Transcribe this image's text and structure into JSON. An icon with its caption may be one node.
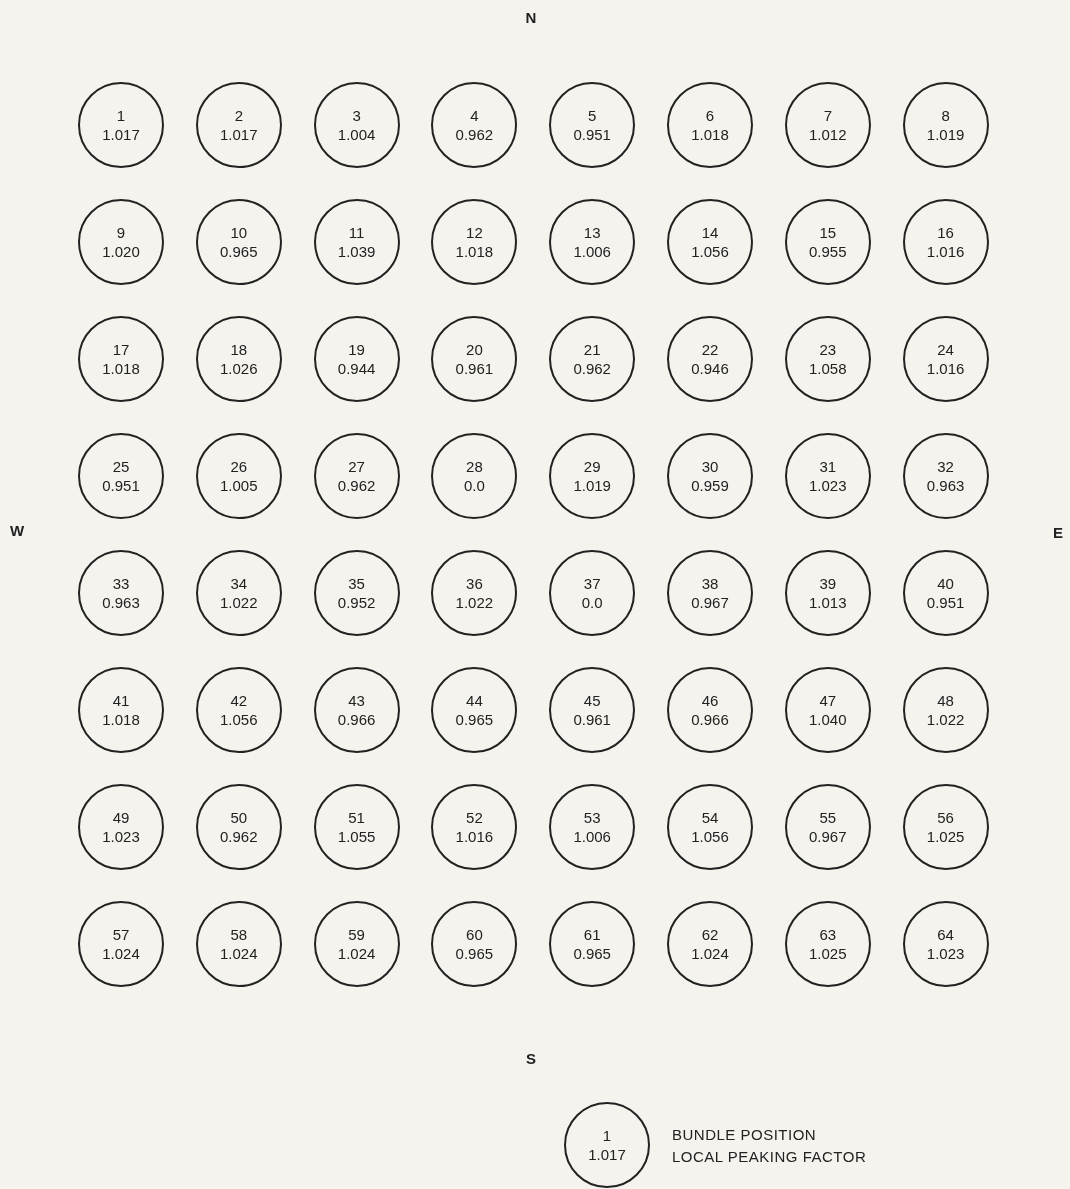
{
  "diagram": {
    "nodes": [
      {
        "text": [
          "1",
          "1.017"
        ]
      },
      {
        "text": [
          "2",
          "1.017"
        ]
      },
      {
        "text": [
          "3",
          "1.004"
        ]
      },
      {
        "text": [
          "4",
          "0.962"
        ]
      },
      {
        "text": [
          "5",
          "0.951"
        ]
      },
      {
        "text": [
          "6",
          "1.018"
        ]
      },
      {
        "text": [
          "7",
          "1.012"
        ]
      },
      {
        "text": [
          "8",
          "1.019"
        ]
      },
      {
        "text": [
          "9",
          "1.020"
        ]
      },
      {
        "text": [
          "10",
          "0.965"
        ]
      },
      {
        "text": [
          "11",
          "1.039"
        ]
      },
      {
        "text": [
          "12",
          "1.018"
        ]
      },
      {
        "text": [
          "13",
          "1.006"
        ]
      },
      {
        "text": [
          "14",
          "1.056"
        ]
      },
      {
        "text": [
          "15",
          "0.955"
        ]
      },
      {
        "text": [
          "16",
          "1.016"
        ]
      },
      {
        "text": [
          "17",
          "1.018"
        ]
      },
      {
        "text": [
          "18",
          "1.026"
        ]
      },
      {
        "text": [
          "19",
          "0.944"
        ]
      },
      {
        "text": [
          "20",
          "0.961"
        ]
      },
      {
        "text": [
          "21",
          "0.962"
        ]
      },
      {
        "text": [
          "22",
          "0.946"
        ]
      },
      {
        "text": [
          "23",
          "1.058"
        ]
      },
      {
        "text": [
          "24",
          "1.016"
        ]
      },
      {
        "text": [
          "25",
          "0.951"
        ]
      },
      {
        "text": [
          "26",
          "1.005"
        ]
      },
      {
        "text": [
          "27",
          "0.962"
        ]
      },
      {
        "text": [
          "28",
          "0.0"
        ]
      },
      {
        "text": [
          "29",
          "1.019"
        ]
      },
      {
        "text": [
          "30",
          "0.959"
        ]
      },
      {
        "text": [
          "31",
          "1.023"
        ]
      },
      {
        "text": [
          "32",
          "0.963"
        ]
      },
      {
        "text": [
          "33",
          "0.963"
        ]
      },
      {
        "text": [
          "34",
          "1.022"
        ]
      },
      {
        "text": [
          "35",
          "0.952"
        ]
      },
      {
        "text": [
          "36",
          "1.022"
        ]
      },
      {
        "text": [
          "37",
          "0.0"
        ]
      },
      {
        "text": [
          "38",
          "0.967"
        ]
      },
      {
        "text": [
          "39",
          "1.013"
        ]
      },
      {
        "text": [
          "40",
          "0.951"
        ]
      },
      {
        "text": [
          "41",
          "1.018"
        ]
      },
      {
        "text": [
          "42",
          "1.056"
        ]
      },
      {
        "text": [
          "43",
          "0.966"
        ]
      },
      {
        "text": [
          "44",
          "0.965"
        ]
      },
      {
        "text": [
          "45",
          "0.961"
        ]
      },
      {
        "text": [
          "46",
          "0.966"
        ]
      },
      {
        "text": [
          "47",
          "1.040"
        ]
      },
      {
        "text": [
          "48",
          "1.022"
        ]
      },
      {
        "text": [
          "49",
          "1.023"
        ]
      },
      {
        "text": [
          "50",
          "0.962"
        ]
      },
      {
        "text": [
          "51",
          "1.055"
        ]
      },
      {
        "text": [
          "52",
          "1.016"
        ]
      },
      {
        "text": [
          "53",
          "1.006"
        ]
      },
      {
        "text": [
          "54",
          "1.056"
        ]
      },
      {
        "text": [
          "55",
          "0.967"
        ]
      },
      {
        "text": [
          "56",
          "1.025"
        ]
      },
      {
        "text": [
          "57",
          "1.024"
        ]
      },
      {
        "text": [
          "58",
          "1.024"
        ]
      },
      {
        "text": [
          "59",
          "1.024"
        ]
      },
      {
        "text": [
          "60",
          "0.965"
        ]
      },
      {
        "text": [
          "61",
          "0.965"
        ]
      },
      {
        "text": [
          "62",
          "1.024"
        ]
      },
      {
        "text": [
          "63",
          "1.025"
        ]
      },
      {
        "text": [
          "64",
          "1.023"
        ]
      },
      {
        "text": [
          "1",
          "1.017"
        ],
        "beside": [
          "BUNDLE POSITION",
          "LOCAL PEAKING FACTOR"
        ]
      }
    ],
    "labels": [
      "N",
      "W",
      "E",
      "S"
    ]
  }
}
